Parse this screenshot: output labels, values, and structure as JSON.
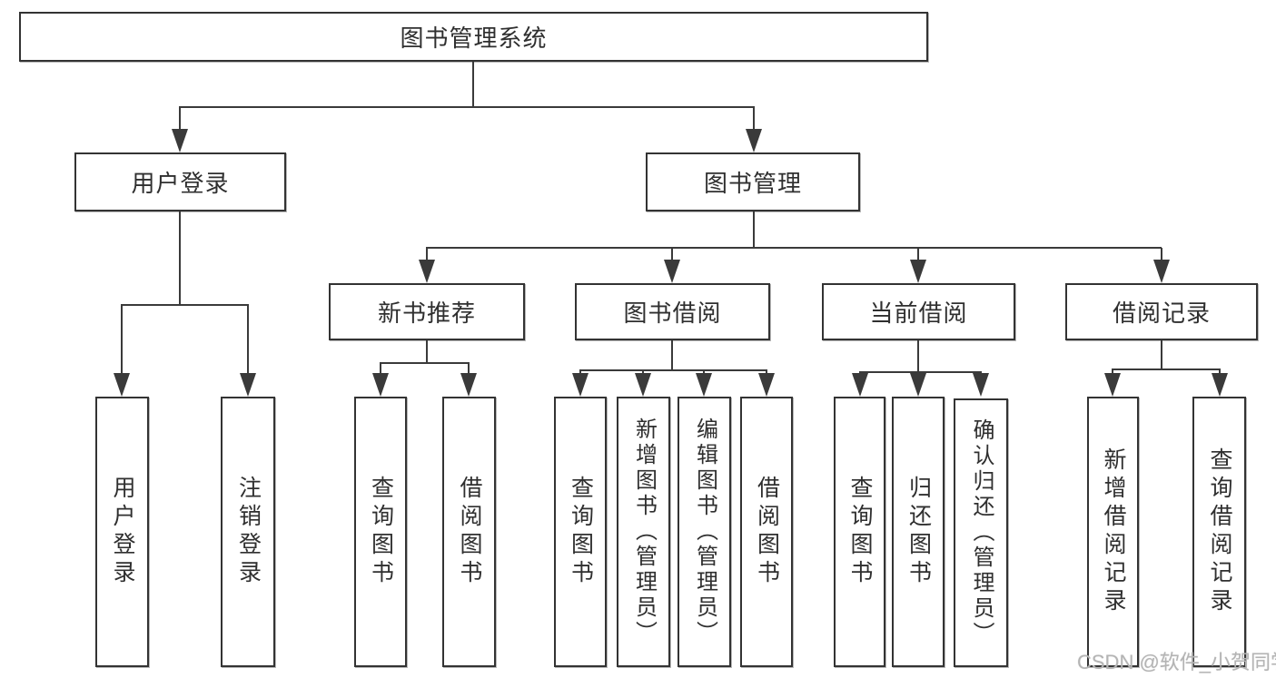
{
  "tree": {
    "root": "图书管理系统",
    "branches": [
      {
        "label": "用户登录",
        "children": [
          "用户登录",
          "注销登录"
        ]
      },
      {
        "label": "图书管理",
        "groups": [
          {
            "label": "新书推荐",
            "children": [
              "查询图书",
              "借阅图书"
            ]
          },
          {
            "label": "图书借阅",
            "children": [
              "查询图书",
              "新增图书（管理员）",
              "编辑图书（管理员）",
              "借阅图书"
            ]
          },
          {
            "label": "当前借阅",
            "children": [
              "查询图书",
              "归还图书",
              "确认归还（管理员）"
            ]
          },
          {
            "label": "借阅记录",
            "children": [
              "新增借阅记录",
              "查询借阅记录"
            ]
          }
        ]
      }
    ]
  },
  "watermark": {
    "text": "CSDN @软件_小贺同学"
  },
  "colors": {
    "line": "#3a3a3a",
    "border": "#333333",
    "text": "#2f2f2f",
    "watermark": "#b4b4b4",
    "background": "#ffffff"
  }
}
